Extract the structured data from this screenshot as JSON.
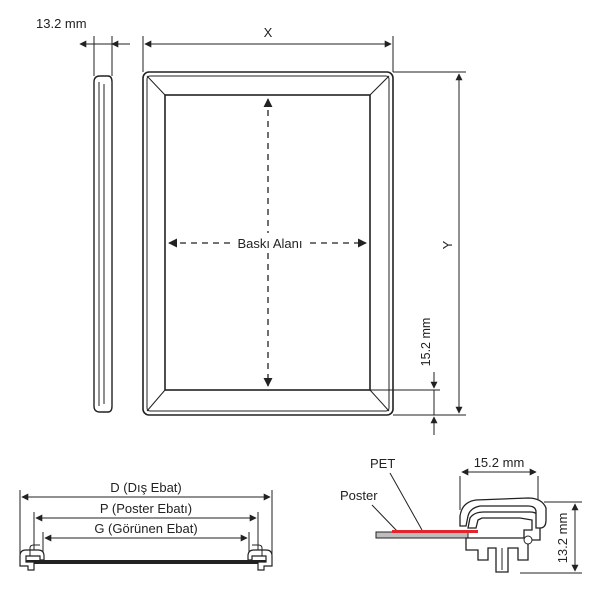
{
  "dimensions": {
    "side_depth": "13.2 mm",
    "width": "X",
    "height": "Y",
    "border": "15.2 mm",
    "print_area": "Baskı Alanı"
  },
  "bottom_left": {
    "outer": "D (Dış Ebat)",
    "poster": "P (Poster Ebatı)",
    "visible": "G (Görünen Ebat)"
  },
  "profile": {
    "pet_label": "PET",
    "poster_label": "Poster",
    "width": "15.2 mm",
    "height": "13.2 mm"
  },
  "colors": {
    "line": "#222222",
    "poster_red": "#e2262b"
  }
}
